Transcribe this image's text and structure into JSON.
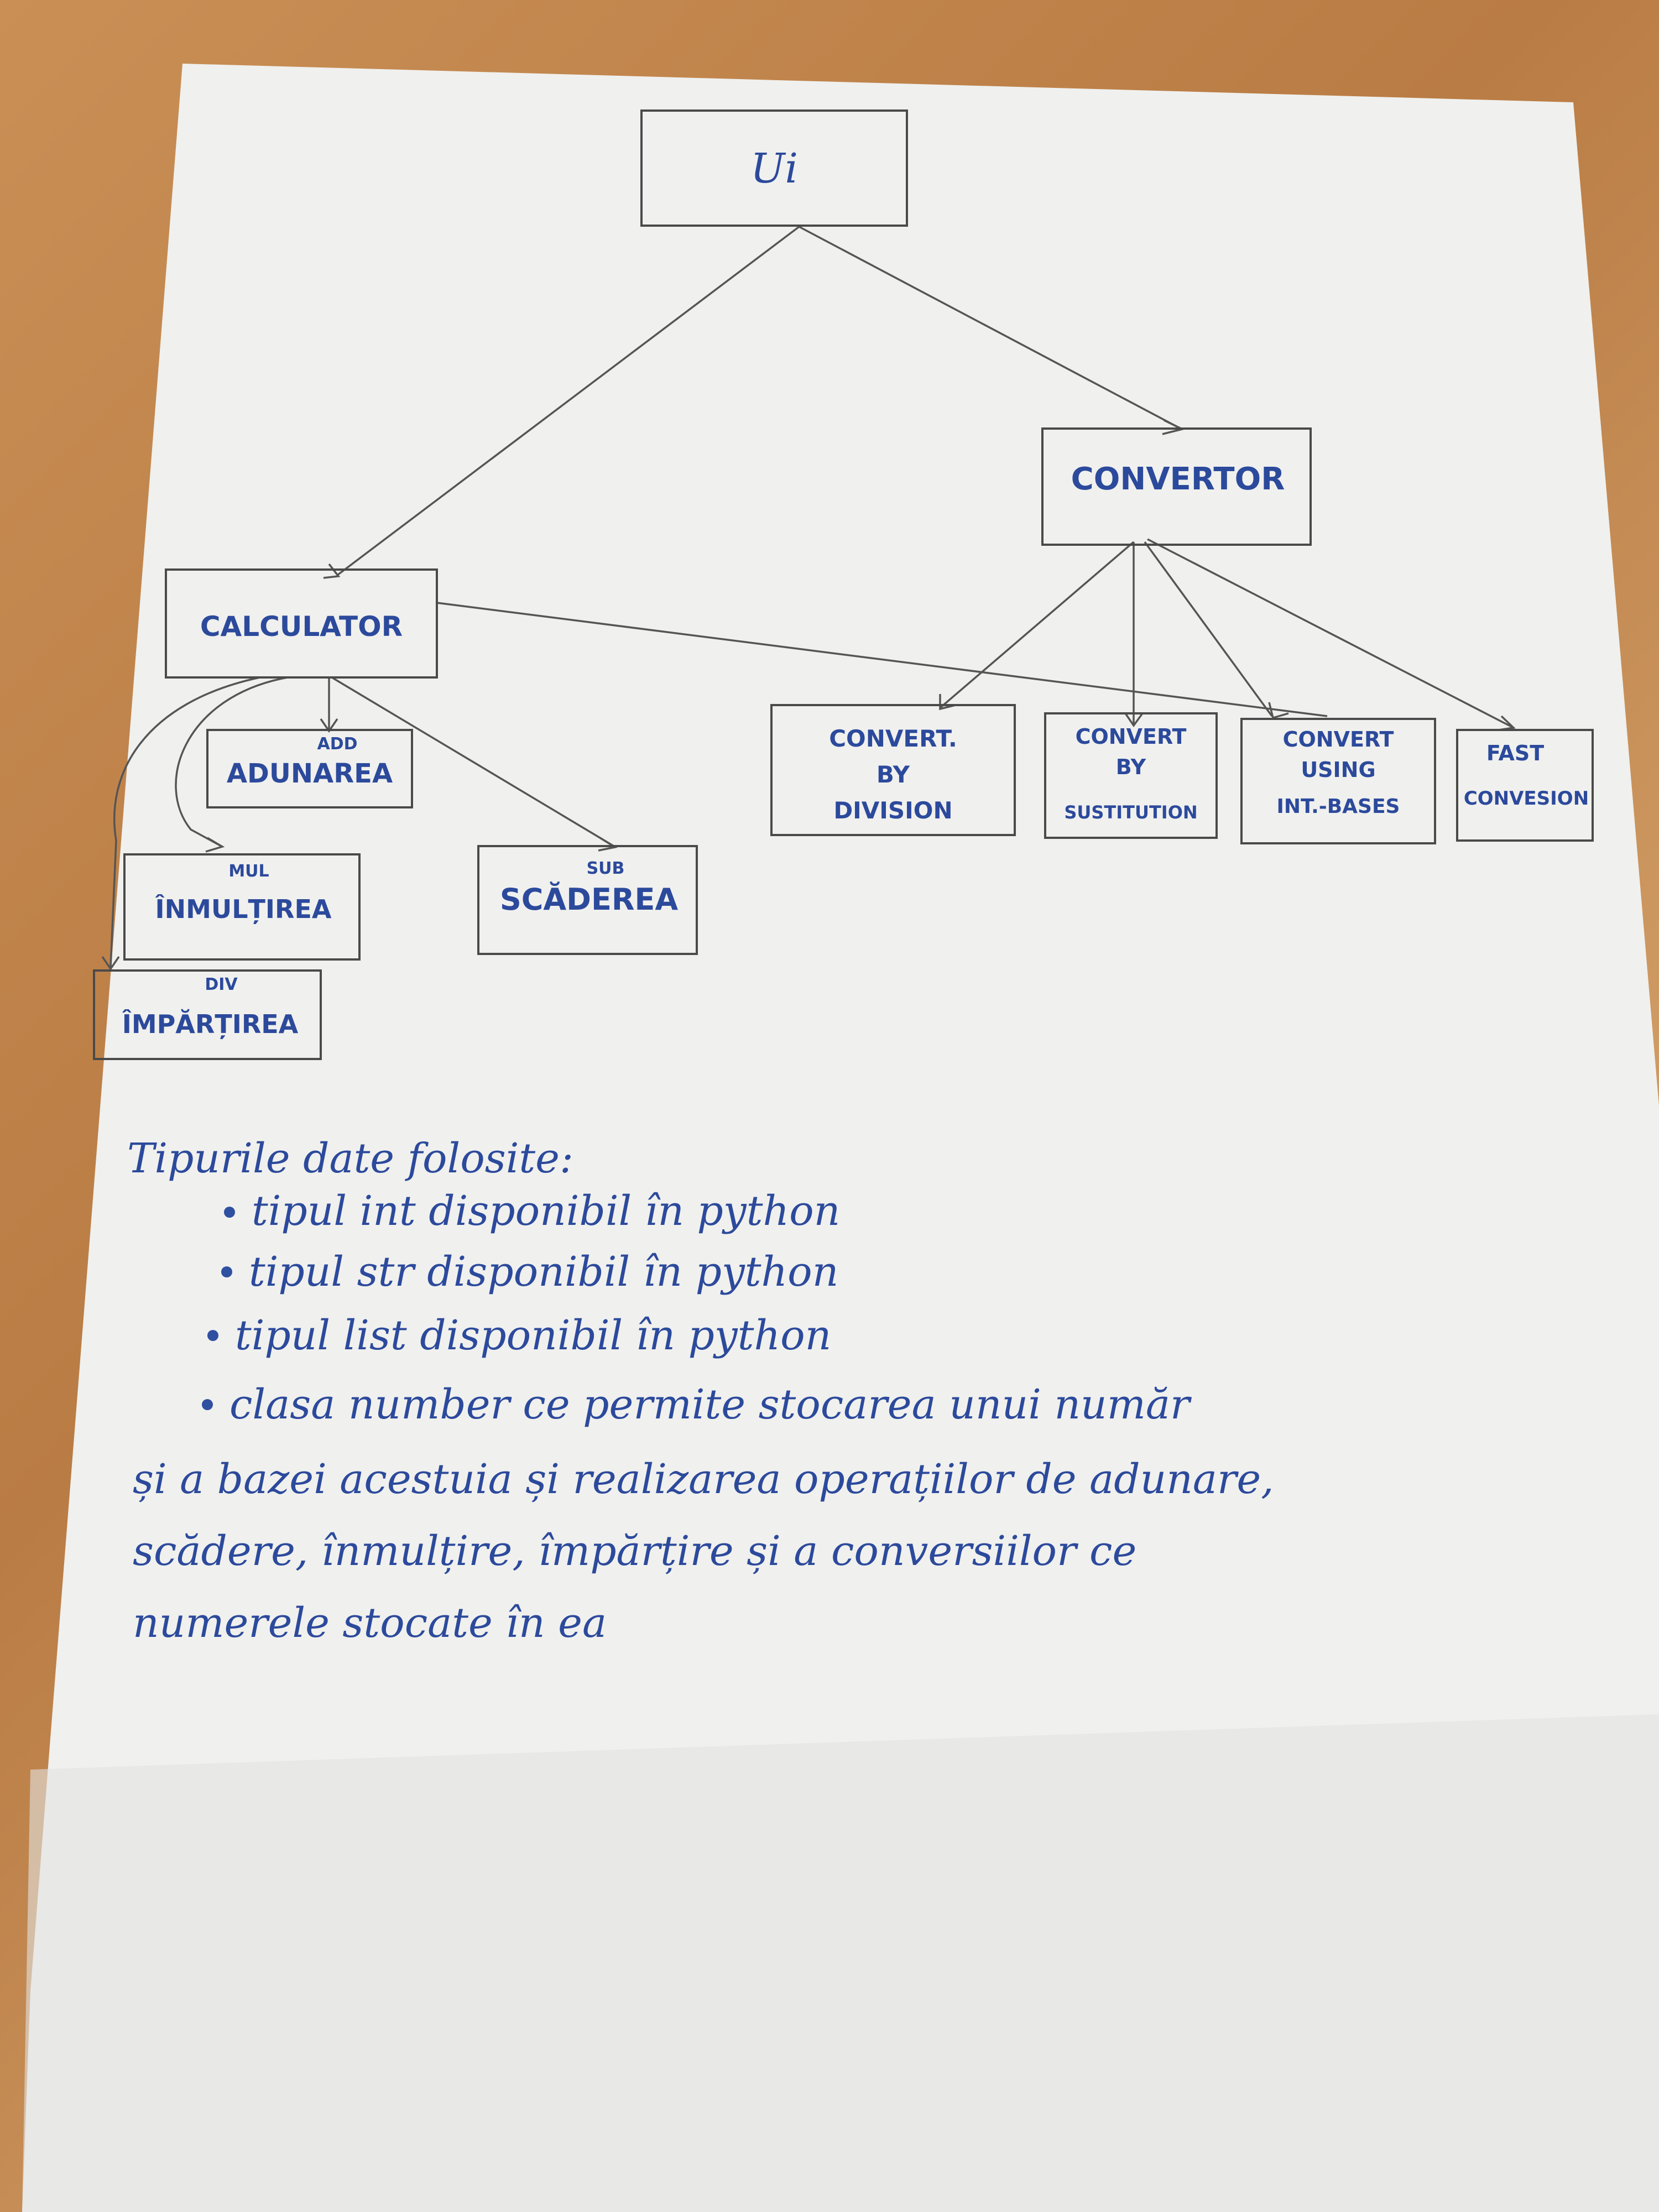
{
  "diagram": {
    "nodes": {
      "ui": {
        "label": "Ui"
      },
      "convertor": {
        "label": "CONVERTOR"
      },
      "calculator": {
        "label": "CALCULATOR"
      },
      "adunarea": {
        "label": "ADUNAREA",
        "tag": "ADD"
      },
      "inmultirea": {
        "label": "ÎNMULȚIREA",
        "tag": "MUL"
      },
      "impartirea": {
        "label": "ÎMPĂRȚIREA",
        "tag": "DIV"
      },
      "scaderea": {
        "label": "SCĂDEREA",
        "tag": "SUB"
      },
      "convert_division": {
        "lines": [
          "CONVERT.",
          "BY",
          "DIVISION"
        ]
      },
      "convert_substitution": {
        "lines": [
          "CONVERT",
          "BY",
          "SUSTITUTION"
        ]
      },
      "convert_bases": {
        "lines": [
          "CONVERT",
          "USING",
          "INT.-BASES"
        ]
      },
      "fast_conversion": {
        "lines": [
          "FAST",
          "CONVESION"
        ]
      }
    }
  },
  "notes": {
    "heading": "Tipurile date folosite:",
    "bullets": [
      "tipul int disponibil în python",
      "tipul str disponibil în python",
      "tipul list disponibil în python",
      "clasa number ce permite stocarea unui număr"
    ],
    "continuation": [
      "și a bazei acestuia și realizarea operațiilor de adunare,",
      "scădere, înmulțire, împărțire și a conversiilor ce",
      "numerele stocate în ea"
    ]
  },
  "colors": {
    "ink": "#2c4a9c",
    "pencil": "#4a4a4a",
    "paper": "#f1f1ef",
    "table": "#c08a52"
  }
}
